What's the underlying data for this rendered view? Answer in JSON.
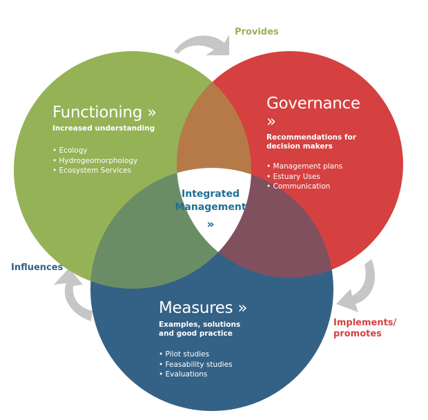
{
  "colors": {
    "green": "#95b257",
    "red": "#d44140",
    "blue": "#346186",
    "green_red": "#b67a49",
    "green_blue": "#6a8d66",
    "red_blue": "#80505f",
    "arrow": "#c6c6c6"
  },
  "functioning": {
    "title": "Functioning »",
    "subtitle": "Increased understanding",
    "items": [
      "Ecology",
      "Hydrogeomorphology",
      "Ecosystem Services"
    ]
  },
  "governance": {
    "title": "Governance »",
    "subtitle": "Recommendations for decision makers",
    "items": [
      "Management plans",
      "Estuary Uses",
      "Communication"
    ]
  },
  "measures": {
    "title": "Measures »",
    "subtitle": "Examples, solutions and good practice",
    "items": [
      "Pilot studies",
      "Feasability studies",
      "Evaluations"
    ]
  },
  "center": {
    "line1": "Integrated",
    "line2": "Management",
    "arrow": "»"
  },
  "relations": {
    "provides": "Provides",
    "influences": "Influences",
    "implements": "Implements/ promotes"
  }
}
